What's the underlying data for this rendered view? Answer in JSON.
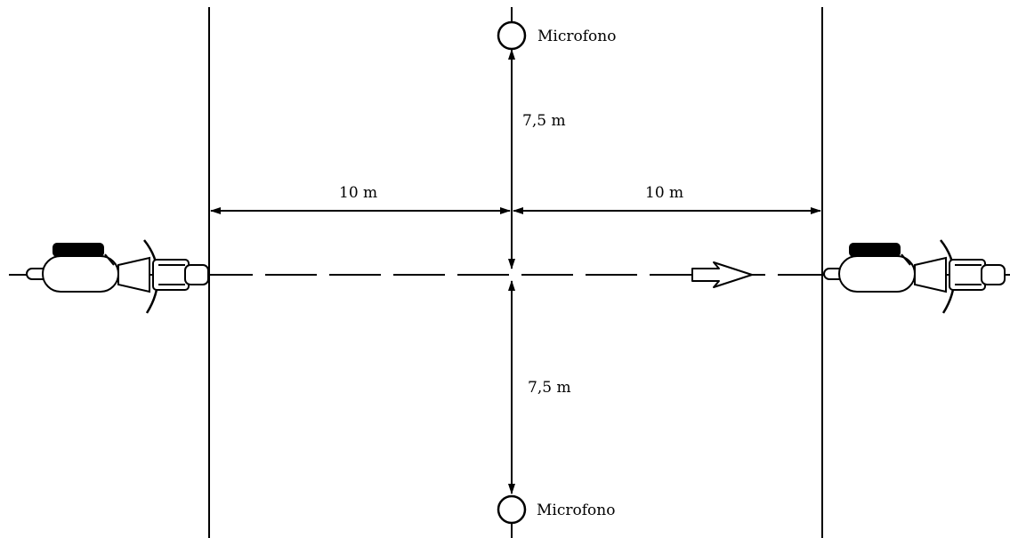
{
  "labels": {
    "mic_top": "Microfono",
    "mic_bottom": "Microfono",
    "dist_top": "7,5 m",
    "dist_bottom": "7,5 m",
    "dist_left": "10 m",
    "dist_right": "10 m"
  },
  "icons": {
    "motorcycle_left": "motorcycle-icon",
    "motorcycle_right": "motorcycle-icon",
    "direction_arrow": "arrow-right-icon",
    "microphone": "circle-icon"
  },
  "colors": {
    "line": "#000000",
    "background": "#ffffff"
  }
}
